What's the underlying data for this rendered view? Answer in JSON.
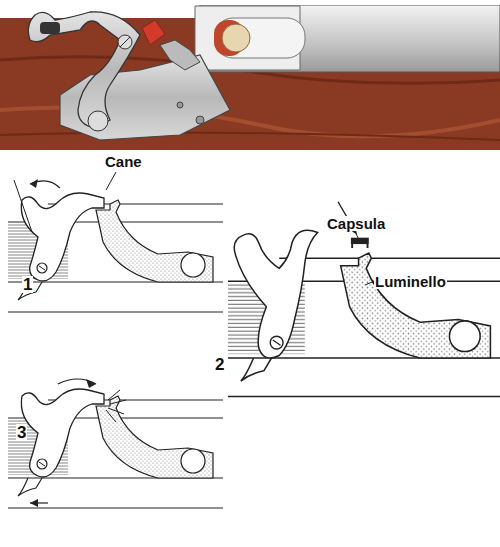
{
  "diagram": {
    "labels": [
      "Cane",
      "Capsula",
      "Luminello",
      "1",
      "2",
      "3"
    ]
  }
}
